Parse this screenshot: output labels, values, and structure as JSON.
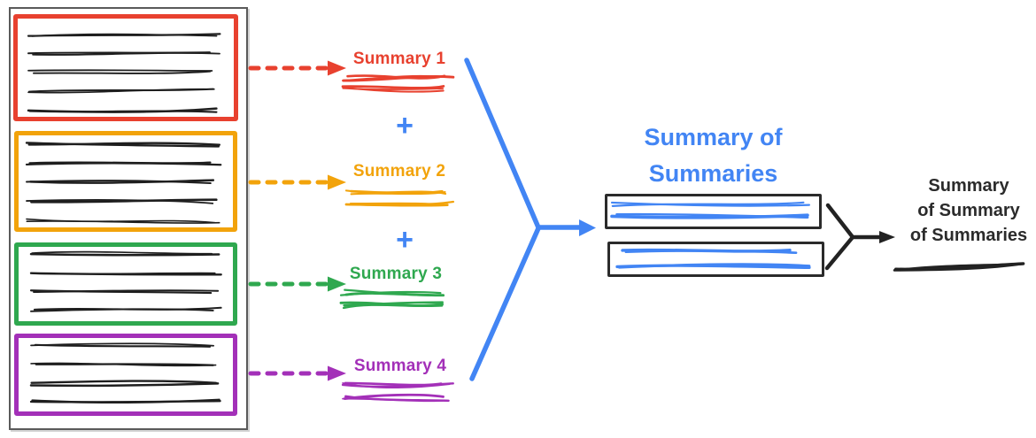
{
  "diagram": {
    "summaries": [
      {
        "label": "Summary 1",
        "color": "#e8412f"
      },
      {
        "label": "Summary 2",
        "color": "#f2a30b"
      },
      {
        "label": "Summary 3",
        "color": "#2fa84f"
      },
      {
        "label": "Summary 4",
        "color": "#a330b8"
      }
    ],
    "section_line_counts": [
      5,
      5,
      4,
      4
    ],
    "plus_sign": "+",
    "merge_title": "Summary of Summaries",
    "merge_color": "#4285f4",
    "final_label_lines": [
      "Summary",
      "of Summary",
      "of Summaries"
    ],
    "final_label_color": "#2b2b2b",
    "ink_color": "#1e1e1e",
    "container_border_color": "#5a5a5a"
  }
}
